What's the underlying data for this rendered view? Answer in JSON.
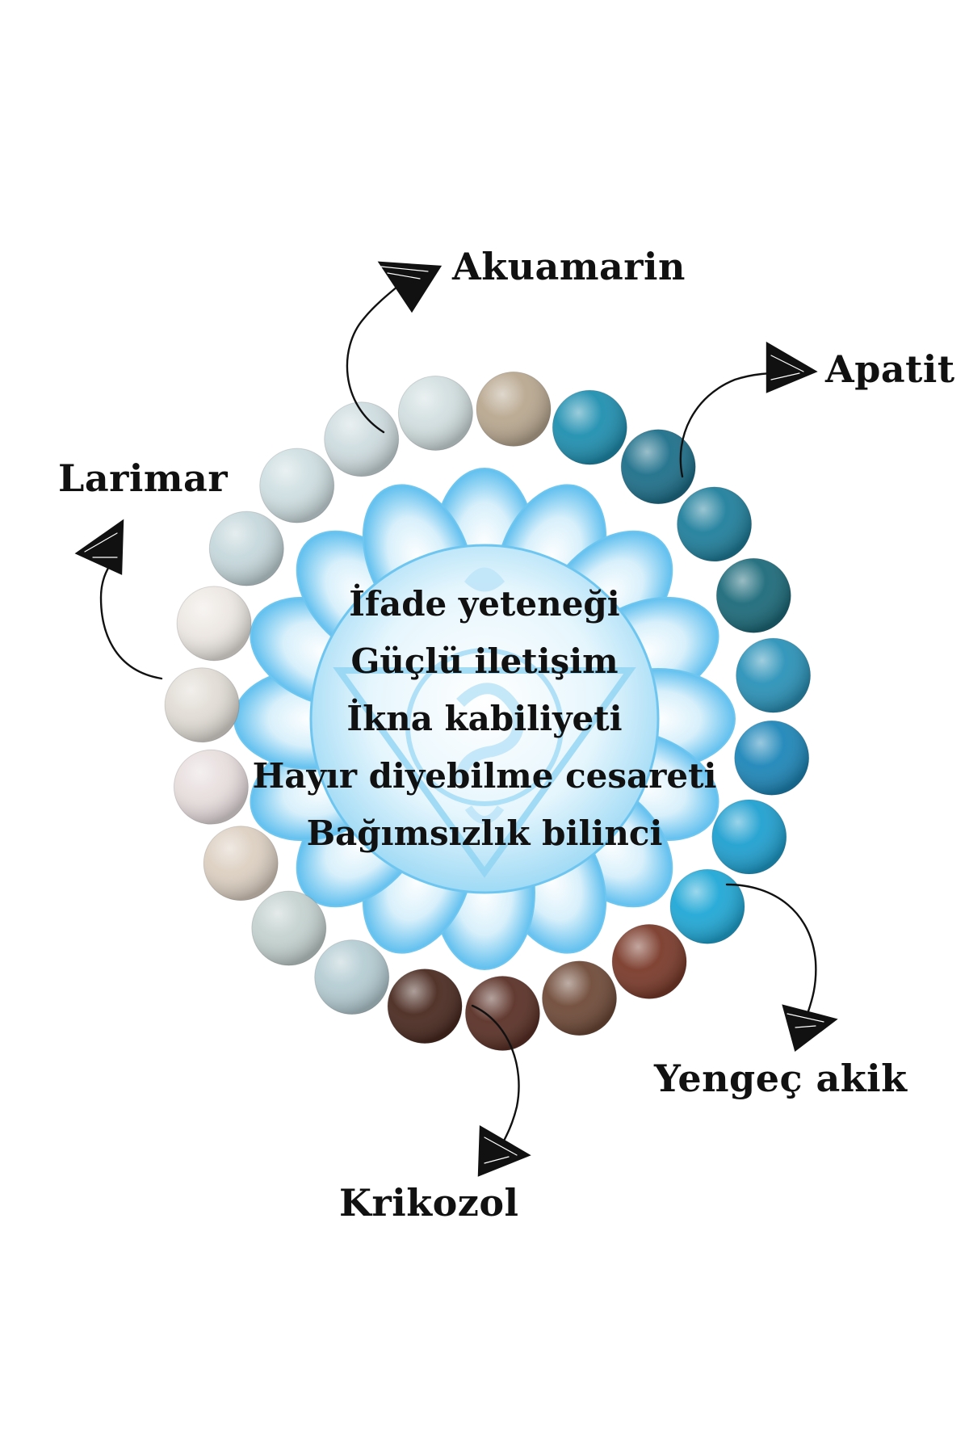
{
  "stone_labels": {
    "akuamarin": "Akuamarin",
    "apatit": "Apatit",
    "larimar": "Larimar",
    "yengec_akik": "Yengeç akik",
    "krikozol": "Krikozol"
  },
  "benefits": [
    "İfade yeteneği",
    "Güçlü iletişim",
    "İkna kabiliyeti",
    "Hayır diyebilme cesareti",
    "Bağımsızlık bilinci"
  ],
  "colors": {
    "background": "#ffffff",
    "chakra_blue": "#6ec6f0",
    "text": "#111111"
  },
  "icons": [
    "throat-chakra-symbol",
    "arrow-icon"
  ]
}
